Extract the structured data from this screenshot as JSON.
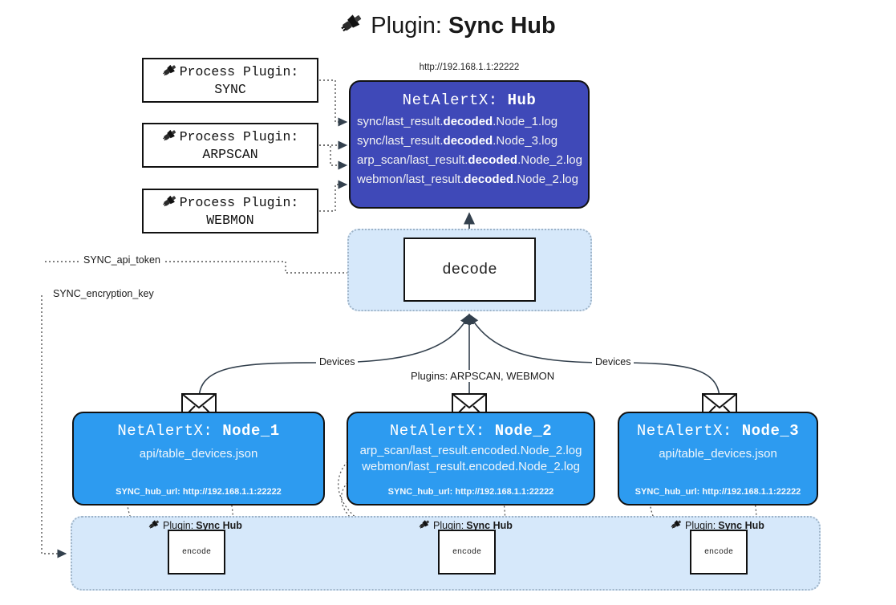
{
  "title": {
    "icon": "plug-icon",
    "prefix": "Plugin:",
    "name": "Sync Hub"
  },
  "process_plugins": [
    {
      "icon": "plug-icon",
      "line1": "Process Plugin:",
      "line2": "SYNC"
    },
    {
      "icon": "plug-icon",
      "line1": "Process Plugin:",
      "line2": "ARPSCAN"
    },
    {
      "icon": "plug-icon",
      "line1": "Process Plugin:",
      "line2": "WEBMON"
    }
  ],
  "hub": {
    "url": "http://192.168.1.1:22222",
    "title_prefix": "NetAlertX:",
    "title_name": "Hub",
    "logs": [
      {
        "pre": "sync/last_result.",
        "bold": "decoded",
        "post": ".Node_1.log"
      },
      {
        "pre": "sync/last_result.",
        "bold": "decoded",
        "post": ".Node_3.log"
      },
      {
        "pre": "arp_scan/last_result.",
        "bold": "decoded",
        "post": ".Node_2.log"
      },
      {
        "pre": "webmon/last_result.",
        "bold": "decoded",
        "post": ".Node_2.log"
      }
    ]
  },
  "decode": {
    "label": "decode"
  },
  "secrets": {
    "api_token": "SYNC_api_token",
    "encryption_key": "SYNC_encryption_key"
  },
  "edge_labels": {
    "devices_left": "Devices",
    "devices_right": "Devices",
    "plugins_mid": "Plugins: ARPSCAN, WEBMON"
  },
  "nodes": [
    {
      "icon": "envelope-icon",
      "title_prefix": "NetAlertX:",
      "title_name": "Node_1",
      "lines": [
        "api/table_devices.json"
      ],
      "footer": "SYNC_hub_url: http://192.168.1.1:22222"
    },
    {
      "icon": "envelope-icon",
      "title_prefix": "NetAlertX:",
      "title_name": "Node_2",
      "lines": [
        "arp_scan/last_result.encoded.Node_2.log",
        "webmon/last_result.encoded.Node_2.log"
      ],
      "footer": "SYNC_hub_url: http://192.168.1.1:22222"
    },
    {
      "icon": "envelope-icon",
      "title_prefix": "NetAlertX:",
      "title_name": "Node_3",
      "lines": [
        "api/table_devices.json"
      ],
      "footer": "SYNC_hub_url: http://192.168.1.1:22222"
    }
  ],
  "node_plugins": [
    {
      "icon": "plug-icon",
      "prefix": "Plugin:",
      "name": "Sync Hub",
      "box": "encode"
    },
    {
      "icon": "plug-icon",
      "prefix": "Plugin:",
      "name": "Sync Hub",
      "box": "encode"
    },
    {
      "icon": "plug-icon",
      "prefix": "Plugin:",
      "name": "Sync Hub",
      "box": "encode"
    }
  ],
  "colors": {
    "hub_fill": "#3f49b8",
    "node_fill": "#2d9bf0",
    "cluster_fill": "#d6e8fa",
    "stroke": "#111111",
    "dotted": "#555555"
  }
}
